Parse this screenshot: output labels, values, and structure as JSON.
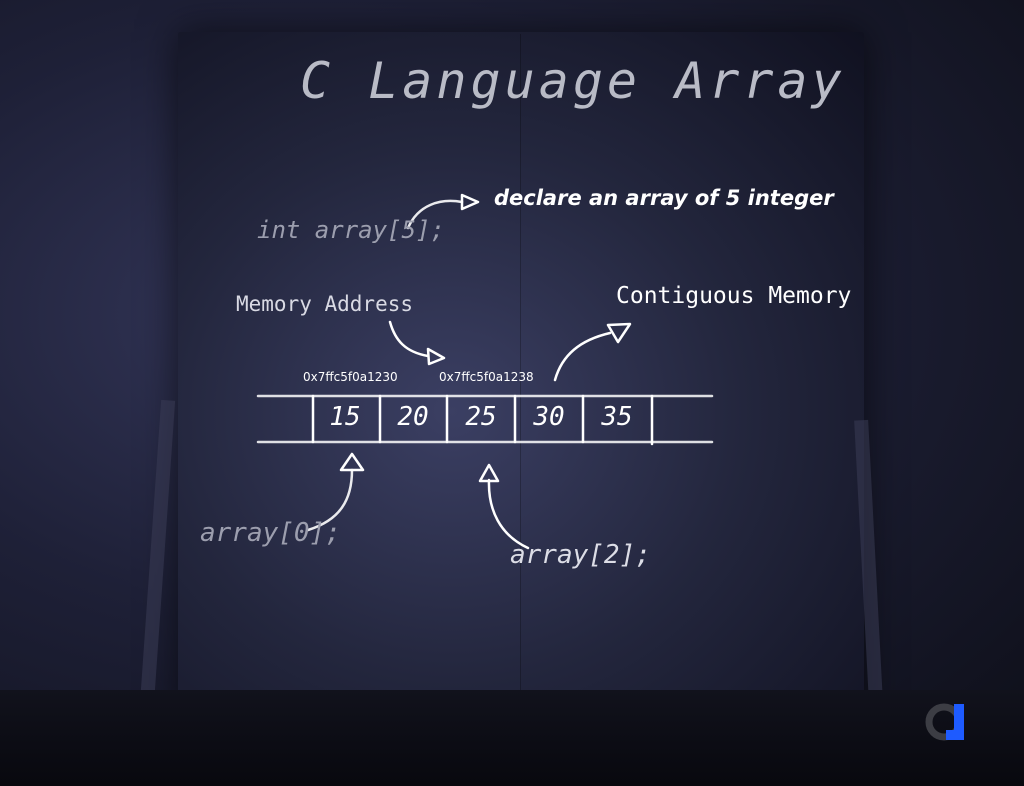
{
  "title": "C Language Array",
  "declaration": {
    "code": "int array[5];",
    "note": "declare an array of 5 integer"
  },
  "labels": {
    "memory_address": "Memory Address",
    "contiguous_memory": "Contiguous Memory"
  },
  "addresses": [
    "0x7ffc5f0a1230",
    "0x7ffc5f0a1238"
  ],
  "array_values": [
    "15",
    "20",
    "25",
    "30",
    "35"
  ],
  "index_labels": [
    "array[0];",
    "array[2];"
  ],
  "colors": {
    "chalk": "#ffffff",
    "faded_chalk": "#9c9eae",
    "board": "#2a2d48",
    "logo_blue": "#1e5bff",
    "logo_gray": "#3c3d44"
  }
}
